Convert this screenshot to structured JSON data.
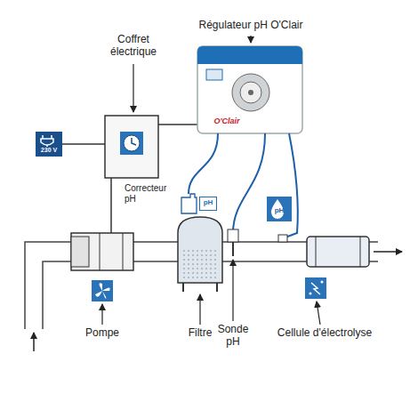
{
  "diagram": {
    "nodes": [
      {
        "text": [
          "230 V"
        ]
      },
      {
        "text": [
          "pH"
        ]
      },
      {
        "text": [
          "pH"
        ]
      }
    ],
    "labels": [
      "Coffret électrique",
      "Régulateur pH O'Clair",
      "O'Clair",
      "Correcteur pH",
      "Pompe",
      "Filtre",
      "Sonde pH",
      "Cellule d'électrolyse"
    ]
  }
}
